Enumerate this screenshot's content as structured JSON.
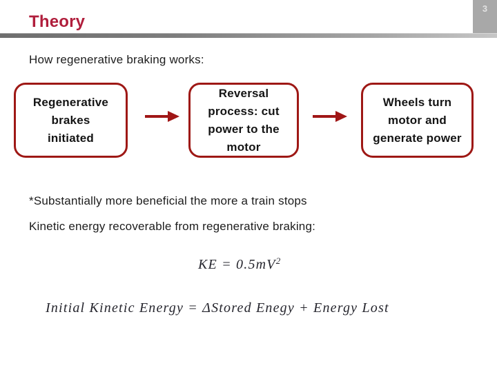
{
  "slide": {
    "title": "Theory",
    "page_number": "3",
    "intro_line": "How regenerative braking works:",
    "flow_boxes": [
      {
        "label": "Regenerative brakes initiated"
      },
      {
        "label": "Reversal process: cut power to the motor"
      },
      {
        "label": "Wheels turn motor and generate power"
      }
    ],
    "note_line": "*Substantially more beneficial the more a train stops",
    "kinetic_line": "Kinetic energy recoverable from regenerative braking:",
    "formulas": {
      "ke_base": "KE = 0.5mV",
      "ke_sup": "2",
      "energy_balance": "Initial Kinetic Energy = ΔStored Enegy + Energy Lost"
    },
    "colors": {
      "title_red": "#b01e3c",
      "accent_red": "#9e1815",
      "page_box_gray": "#a8a8a8"
    }
  }
}
